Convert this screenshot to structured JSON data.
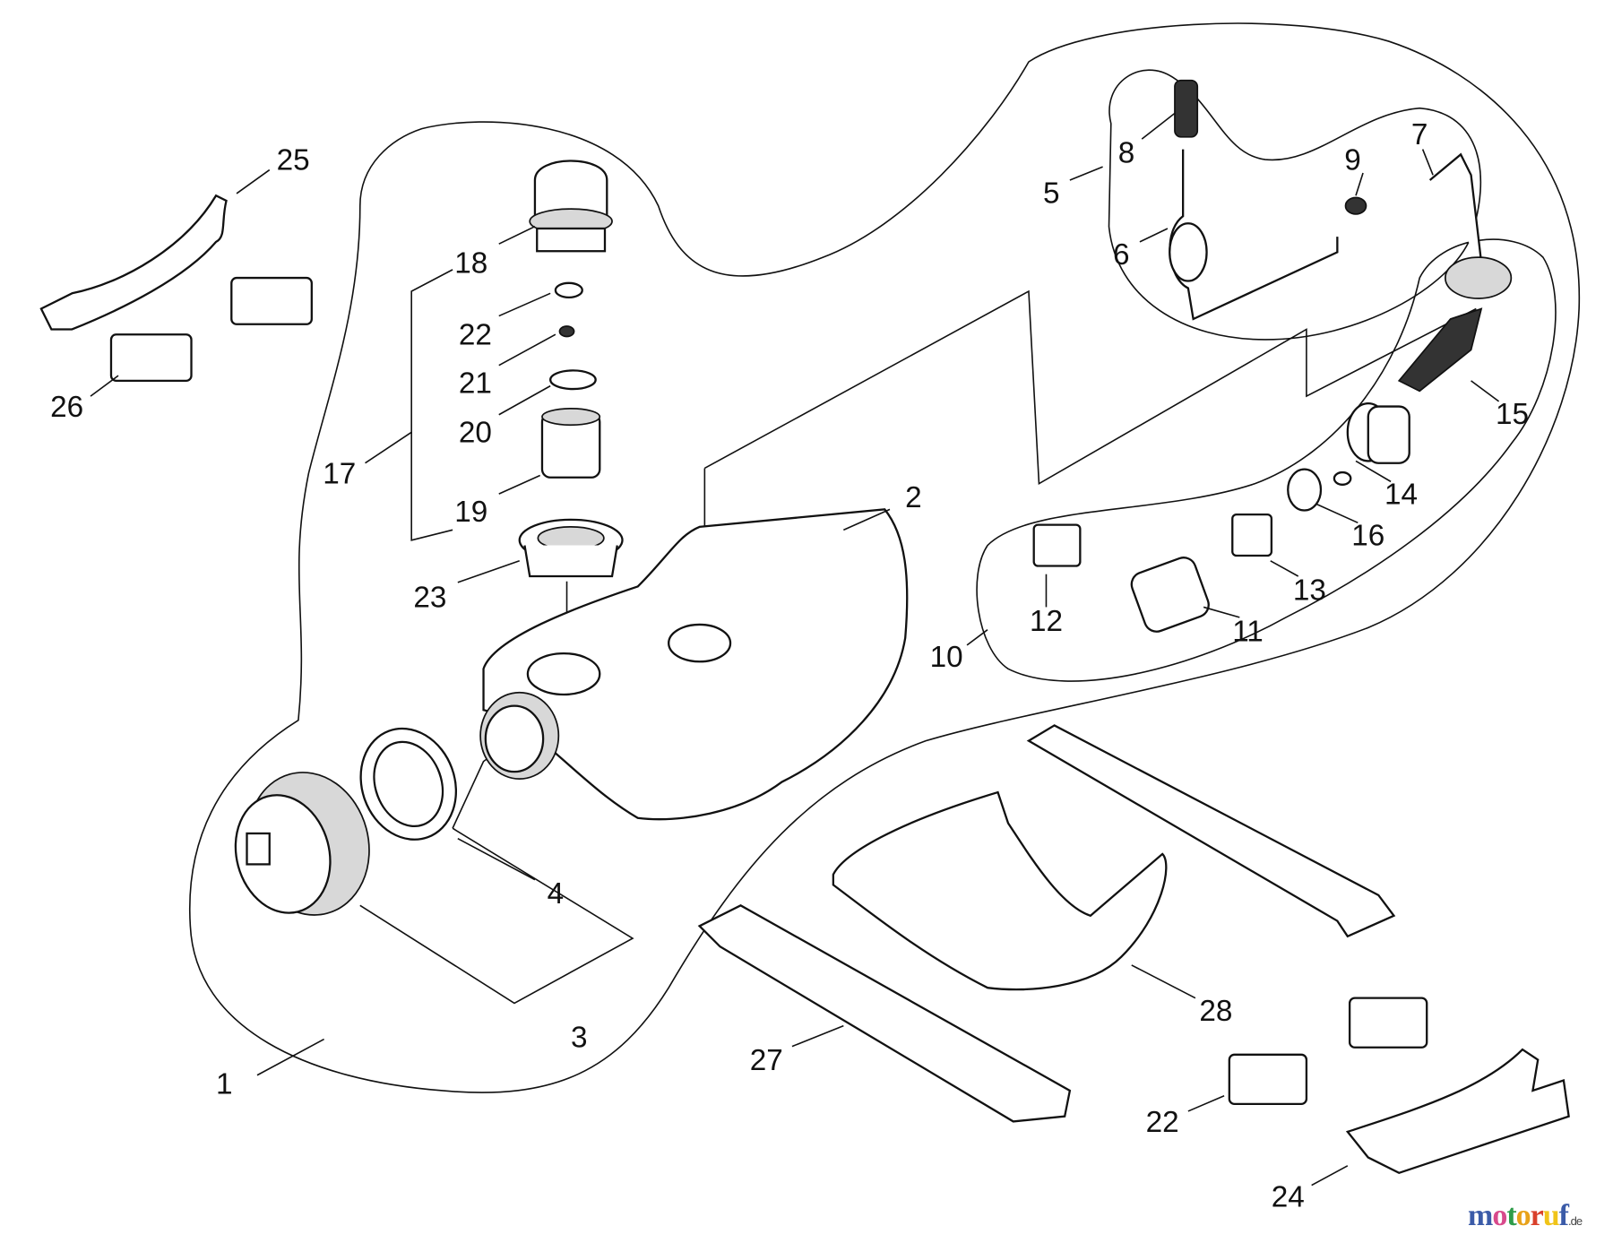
{
  "diagram": {
    "labels": [
      "25",
      "26",
      "18",
      "22",
      "21",
      "20",
      "17",
      "19",
      "23",
      "2",
      "8",
      "5",
      "9",
      "7",
      "6",
      "15",
      "14",
      "16",
      "13",
      "12",
      "11",
      "10",
      "4",
      "3",
      "1",
      "28",
      "27",
      "22",
      "24"
    ]
  },
  "watermark": {
    "text": "motoruf",
    "suffix": ".de",
    "colors": [
      "#3b5ba8",
      "#d84a8c",
      "#2e9c4a",
      "#e8a21a",
      "#d9402b",
      "#f0c419"
    ]
  }
}
